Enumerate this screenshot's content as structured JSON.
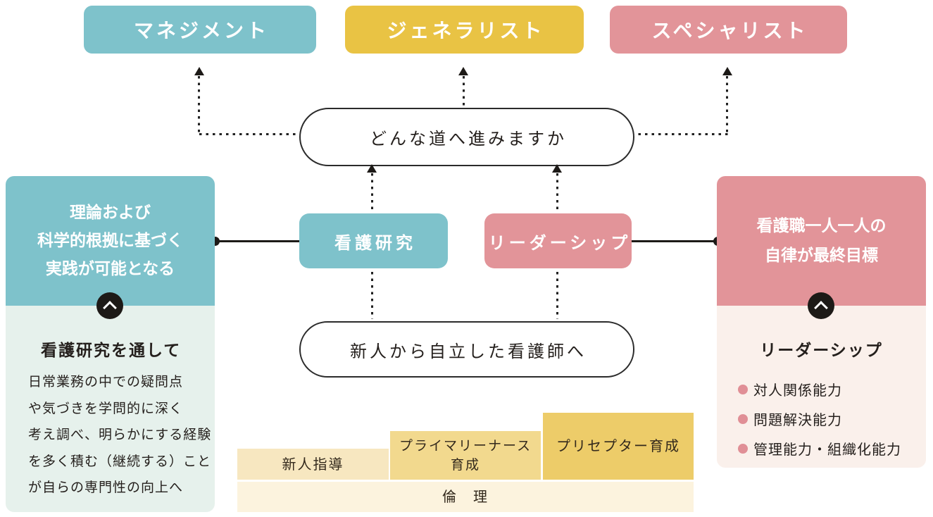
{
  "colors": {
    "teal": "#7ec2cb",
    "yellow": "#e9c344",
    "pink": "#e29499",
    "light_teal_panel": "#e6f1ec",
    "light_pink_panel": "#faf0eb",
    "step1_bg": "#f7e7c0",
    "step2_bg": "#f2d98e",
    "step3_bg": "#edcc69",
    "base_bar_bg": "#fcf3de",
    "line_dark": "#1d1a17"
  },
  "top_paths": {
    "management": "マネジメント",
    "generalist": "ジェネラリスト",
    "specialist": "スペシャリスト"
  },
  "question_pill": "どんな道へ進みますか",
  "mid_boxes": {
    "nursing_research": "看護研究",
    "leadership": "リーダーシップ"
  },
  "base_pill": "新人から自立した看護師へ",
  "left_column": {
    "header_lines": [
      "理論および",
      "科学的根拠に基づく",
      "実践が可能となる"
    ],
    "panel_title": "看護研究を通して",
    "panel_body_lines": [
      "日常業務の中での疑問点",
      "や気づきを学問的に深く",
      "考え調べ、明らかにする経験",
      "を多く積む（継続する）こと",
      "が自らの専門性の向上へ"
    ]
  },
  "right_column": {
    "header_lines": [
      "看護職一人一人の",
      "自律が最終目標"
    ],
    "panel_title": "リーダーシップ",
    "bullets": [
      "対人関係能力",
      "問題解決能力",
      "管理能力・組織化能力"
    ]
  },
  "foundation": {
    "step1": "新人指導",
    "step2_lines": [
      "プライマリーナース",
      "育成"
    ],
    "step3": "プリセプター育成",
    "base_label": "倫　理"
  }
}
